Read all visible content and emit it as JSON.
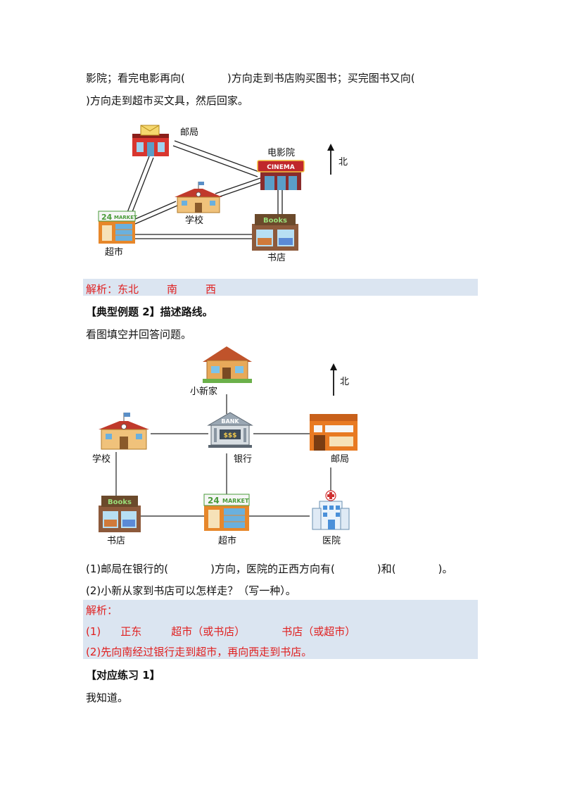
{
  "text": {
    "line1": "影院；看完电影再向(　　　　)方向走到书店购买图书；买完图书又向(",
    "line2": ")方向走到超市买文具，然后回家。",
    "analysis1_label": "解析：",
    "analysis1_a1": "东北",
    "analysis1_a2": "南",
    "analysis1_a3": "西",
    "example2_title": "【典型例题 2】描述路线。",
    "example2_intro": "看图填空并回答问题。",
    "q1": "(1)邮局在银行的(　　　　)方向，医院的正西方向有(　　　　)和(　　　　)。",
    "q2": "(2)小新从家到书店可以怎样走？（写一种）。",
    "analysis2_label": "解析：",
    "analysis2_l1_num": "(1)",
    "analysis2_l1_a1": "正东",
    "analysis2_l1_a2": "超市（或书店）",
    "analysis2_l1_a3": "书店（或超市）",
    "analysis2_l2": "(2)先向南经过银行走到超市，再向西走到书店。",
    "practice_title": "【对应练习 1】",
    "practice_intro": "我知道。"
  },
  "map1": {
    "post_office": "邮局",
    "cinema": "电影院",
    "cinema_sign": "CINEMA",
    "school": "学校",
    "supermarket": "超市",
    "bookstore": "书店",
    "north": "北",
    "market_sign": "MARKET",
    "market_num": "24",
    "books_sign": "Books"
  },
  "map2": {
    "home": "小新家",
    "school": "学校",
    "bank": "银行",
    "bank_sign": "BANK",
    "bank_money": "$$$",
    "post_office": "邮局",
    "bookstore": "书店",
    "supermarket": "超市",
    "hospital": "医院",
    "north": "北",
    "market_sign": "MARKET",
    "market_num": "24",
    "books_sign": "Books"
  },
  "colors": {
    "answer": "#e02020",
    "band": "#dbe5f1"
  }
}
